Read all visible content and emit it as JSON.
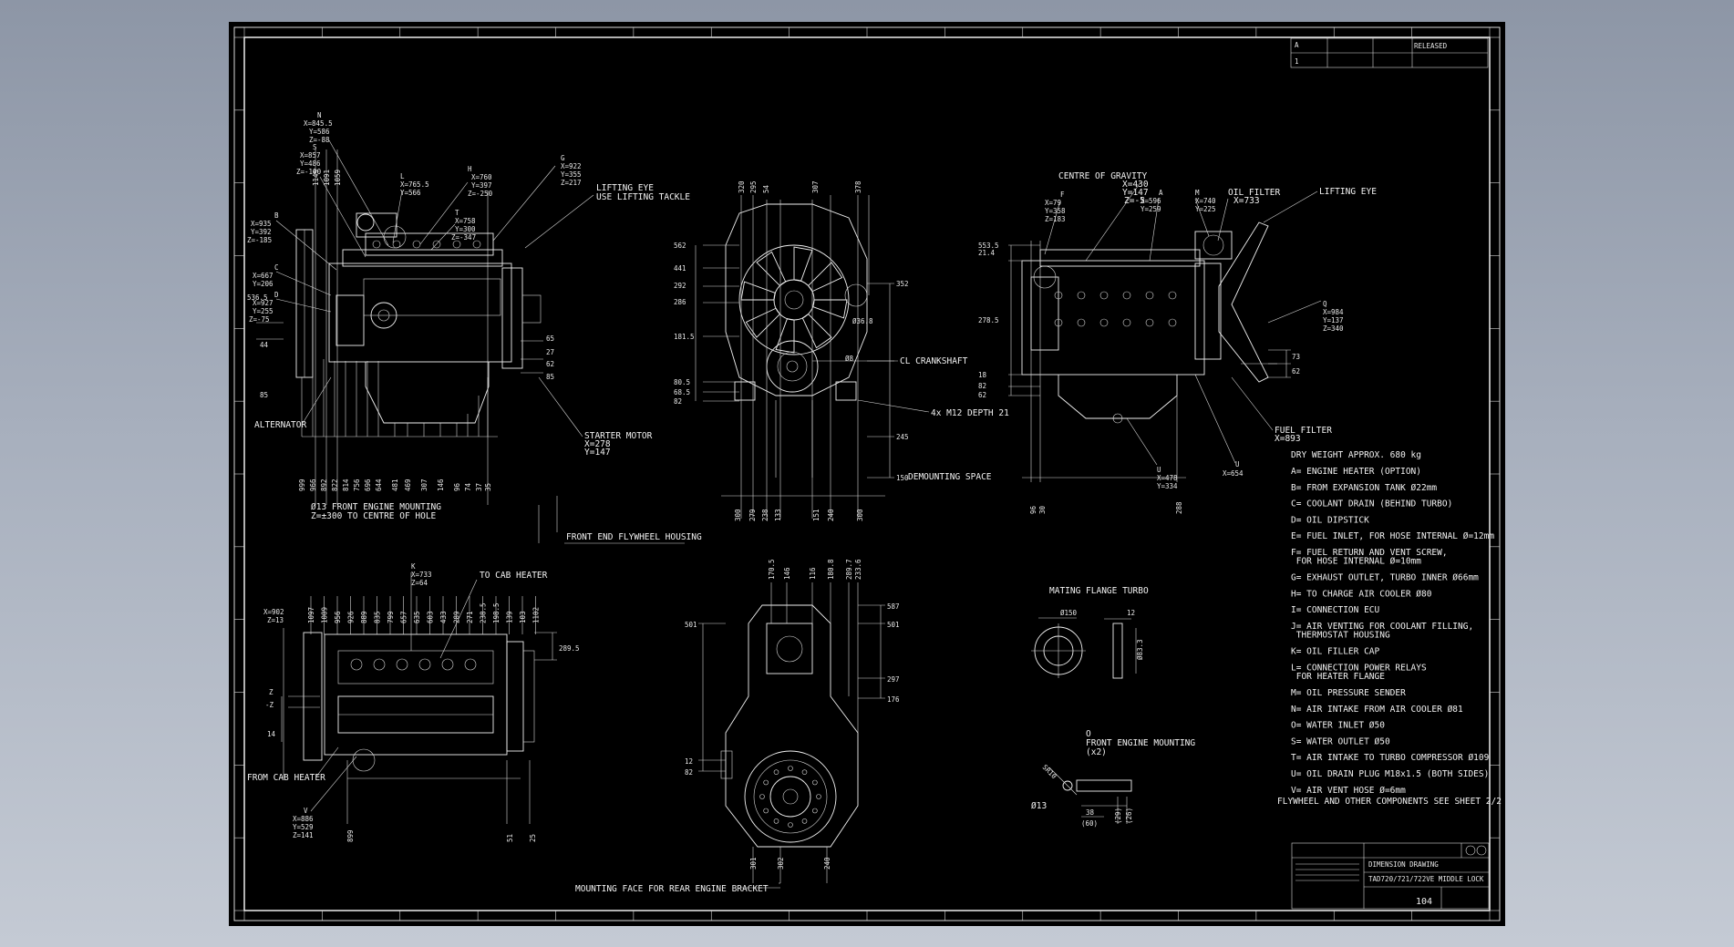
{
  "title_block": {
    "status": "RELEASED",
    "sheet": "104",
    "drawing_title": "DIMENSION DRAWING",
    "drawing_subtitle": "TAD720/721/722VE MIDDLE LOCK"
  },
  "side_view_left": {
    "callouts": [
      {
        "letter": "N",
        "coords": "X=845.5\nY=586\nZ=-88"
      },
      {
        "letter": "S",
        "coords": "X=857\nY=486\nZ=-190"
      },
      {
        "letter": "L",
        "coords": "X=765.5\nY=566"
      },
      {
        "letter": "H",
        "coords": "X=760\nY=397\nZ=-250"
      },
      {
        "letter": "T",
        "coords": "X=758\nY=300\nZ=-347"
      },
      {
        "letter": "G",
        "coords": "X=922\nY=355\nZ=217"
      },
      {
        "letter": "B",
        "coords": "X=935\nY=392\nZ=-185"
      },
      {
        "letter": "C",
        "coords": "X=667\nY=206"
      },
      {
        "letter": "D",
        "coords": "X=927\nY=255\nZ=-75"
      }
    ],
    "lifting_eye": "LIFTING EYE\nUSE LIFTING TACKLE",
    "alternator": "ALTERNATOR",
    "starter_motor": "STARTER MOTOR\nX=278\nY=147",
    "front_mounting": "Ø13 FRONT ENGINE MOUNTING\nZ=±300 TO CENTRE OF HOLE",
    "front_end_flywheel": "FRONT END FLYWHEEL HOUSING",
    "bottom_dims": [
      "999",
      "966",
      "892",
      "822",
      "814",
      "756",
      "696",
      "644",
      "481",
      "469",
      "307",
      "146",
      "96",
      "74",
      "37",
      "35"
    ],
    "top_dims": [
      "1149",
      "1091",
      "1059"
    ],
    "right_dims": [
      "65",
      "27",
      "62",
      "85"
    ],
    "left_dims": [
      "536.5",
      "44",
      "85"
    ]
  },
  "front_view": {
    "left_dims": [
      "562",
      "441",
      "292",
      "286",
      "181.5",
      "80.5",
      "68.5",
      "82"
    ],
    "top_dims": [
      "320",
      "295",
      "54",
      "307",
      "378"
    ],
    "right_dims": [
      "352",
      "Ø36.8",
      "Ø8",
      "245",
      "150"
    ],
    "crankshaft": "CL CRANKSHAFT",
    "thread": "4x M12 DEPTH 21",
    "demounting": "DEMOUNTING SPACE",
    "bottom_dims": [
      "300",
      "279",
      "238",
      "133",
      "151",
      "240",
      "300"
    ]
  },
  "side_view_right": {
    "centre_of_gravity": "CENTRE OF GRAVITY\nX=430\nY=147\nZ=-5",
    "callouts": [
      {
        "letter": "F",
        "coords": "X=79\nY=358\nZ=183"
      },
      {
        "letter": "A",
        "coords": "X=596\nY=259"
      },
      {
        "letter": "M",
        "coords": "X=740\nY=225"
      },
      {
        "letter": "Q",
        "coords": "X=984\nY=137\nZ=340"
      }
    ],
    "oil_filter": "OIL FILTER\nX=733",
    "lifting_eye": "LIFTING EYE",
    "fuel_filter": "FUEL FILTER\nX=893",
    "drain": "X=478\nY=334",
    "drain2": "X=654",
    "left_dims": [
      "553.5",
      "21.4",
      "278.5",
      "18",
      "82",
      "62"
    ],
    "right_dims": [
      "73",
      "62"
    ],
    "bottom_dims": [
      "96",
      "30",
      "288"
    ]
  },
  "top_view": {
    "callout_k": "K\nX=733\nZ=64",
    "to_cab": "TO CAB HEATER",
    "from_cab": "FROM CAB HEATER",
    "x902": "X=902\nZ=13",
    "v_coords": "V\nX=886\nY=529\nZ=141",
    "top_dims": [
      "1097",
      "1009",
      "956",
      "926",
      "889",
      "835",
      "799",
      "657",
      "635",
      "603",
      "433",
      "289",
      "271",
      "238.5",
      "198.5",
      "139",
      "103",
      "1102"
    ],
    "right_dims": [
      "289.5"
    ],
    "bottom_dims": [
      "899",
      "51",
      "25"
    ]
  },
  "rear_view": {
    "top_dims": [
      "170.5",
      "146",
      "116",
      "180.8",
      "289.7",
      "233.6"
    ],
    "right_dims": [
      "587",
      "501",
      "297",
      "176"
    ],
    "left_dims": [
      "501",
      "12",
      "82"
    ],
    "mounting_face": "MOUNTING FACE FOR REAR ENGINE BRACKET",
    "bottom_dims": [
      "301",
      "240",
      "302"
    ]
  },
  "flange_detail": {
    "title": "MATING FLANGE TURBO",
    "dims": [
      "Ø150",
      "12",
      "Ø83.3"
    ]
  },
  "mount_detail": {
    "title": "O\nFRONT ENGINE MOUNTING\n(x2)",
    "dims": [
      "Ø13",
      "38",
      "(60)",
      "(29)",
      "(26)",
      "SR10"
    ]
  },
  "legend": {
    "weight": "DRY WEIGHT APPROX. 680 kg",
    "items": [
      "A= ENGINE HEATER (OPTION)",
      "B= FROM EXPANSION TANK Ø22mm",
      "C= COOLANT DRAIN (BEHIND TURBO)",
      "D= OIL DIPSTICK",
      "E= FUEL INLET, FOR HOSE INTERNAL Ø=12mm",
      "F= FUEL RETURN AND VENT SCREW,\n   FOR HOSE INTERNAL Ø=10mm",
      "G= EXHAUST OUTLET, TURBO INNER Ø66mm",
      "H= TO CHARGE AIR COOLER Ø80",
      "I= CONNECTION ECU",
      "J= AIR VENTING FOR COOLANT FILLING,\n   THERMOSTAT HOUSING",
      "K= OIL FILLER CAP",
      "L= CONNECTION POWER RELAYS\n   FOR HEATER FLANGE",
      "M= OIL PRESSURE SENDER",
      "N= AIR INTAKE FROM AIR COOLER Ø81",
      "O= WATER INLET Ø50",
      "S= WATER OUTLET Ø50",
      "T= AIR INTAKE TO TURBO COMPRESSOR Ø109",
      "U= OIL DRAIN PLUG M18x1.5 (BOTH SIDES)",
      "V= AIR VENT HOSE Ø=6mm"
    ],
    "footer": "FLYWHEEL AND OTHER COMPONENTS SEE SHEET 2/2"
  }
}
